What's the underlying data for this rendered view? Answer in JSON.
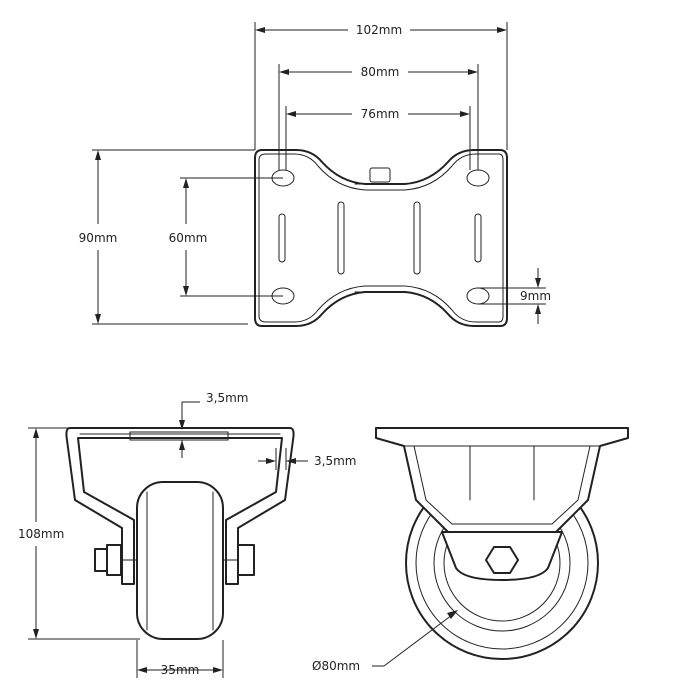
{
  "top_view": {
    "dim_width_plate": "102mm",
    "dim_hole_spacing_outer": "80mm",
    "dim_hole_spacing_inner": "76mm",
    "dim_height_plate": "90mm",
    "dim_hole_spacing_vertical": "60mm",
    "dim_slot_width": "9mm"
  },
  "front_view": {
    "dim_plate_thickness": "3,5mm",
    "dim_bracket_thickness": "3,5mm",
    "dim_total_height": "108mm",
    "dim_wheel_width": "35mm"
  },
  "side_view": {
    "dim_wheel_diameter": "Ø80mm"
  }
}
